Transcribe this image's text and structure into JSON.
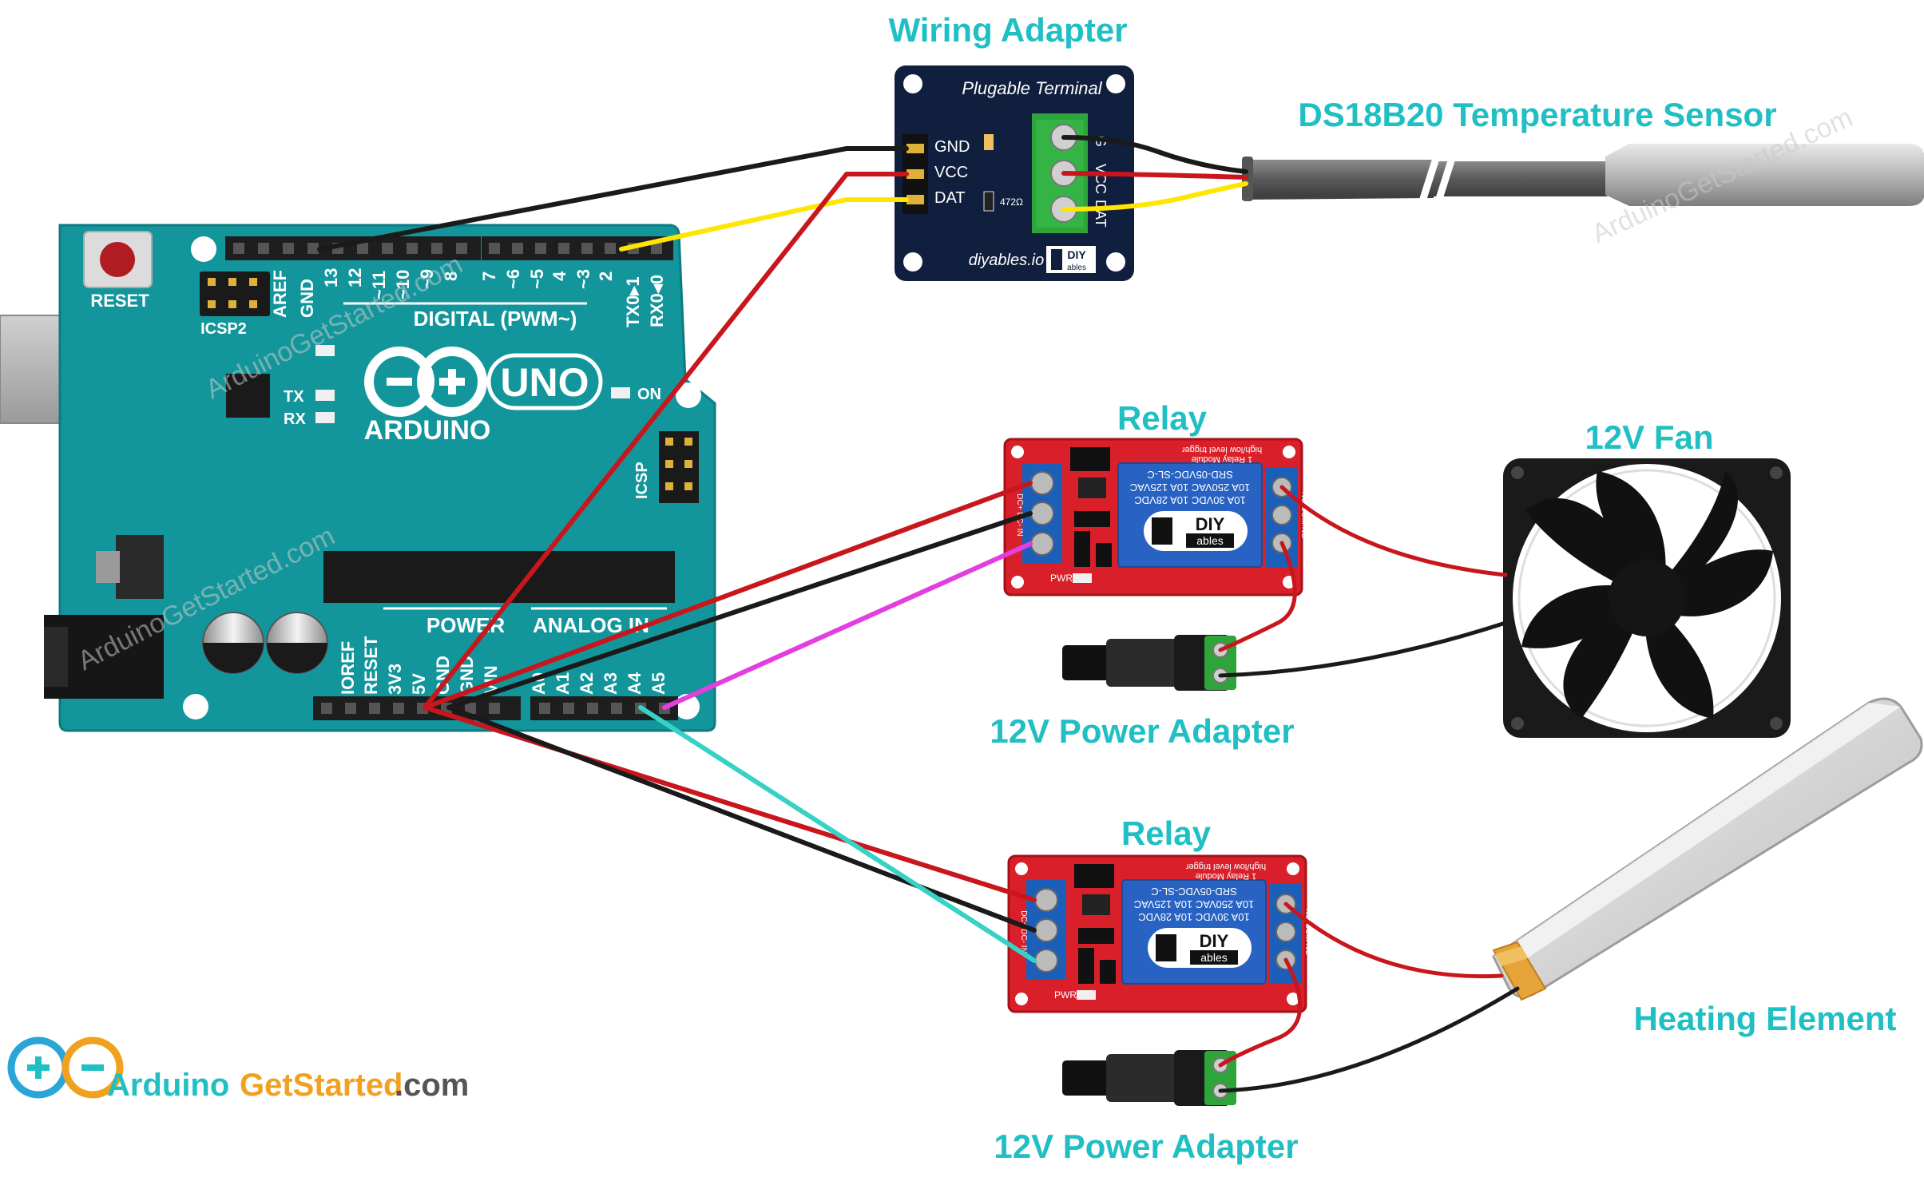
{
  "labels": {
    "wiring_adapter": "Wiring Adapter",
    "ds18b20": "DS18B20 Temperature Sensor",
    "relay_1": "Relay",
    "relay_2": "Relay",
    "fan": "12V Fan",
    "power_1": "12V Power Adapter",
    "power_2": "12V Power Adapter",
    "heater": "Heating Element"
  },
  "adapter": {
    "title": "Plugable Terminal",
    "pin_gnd": "GND",
    "pin_vcc": "VCC",
    "pin_dat": "DAT",
    "resistor": "472Ω",
    "term_g": "G",
    "term_v": "VCC",
    "term_d": "DAT",
    "brand": "diyables.io",
    "logo_top": "DIY",
    "logo_bottom": "ables"
  },
  "arduino": {
    "reset": "RESET",
    "icsp2": "ICSP2",
    "aref": "AREF",
    "gnd": "GND",
    "d13": "13",
    "d12": "12",
    "d11": "~11",
    "d10": "~10",
    "d9": "~9",
    "d8": "8",
    "d7": "7",
    "d6": "~6",
    "d5": "~5",
    "d4": "4",
    "d3": "~3",
    "d2": "2",
    "tx0": "TX0▸1",
    "rx0": "RX0◂0",
    "digital": "DIGITAL (PWM~)",
    "uno": "UNO",
    "brand": "ARDUINO",
    "tx": "TX",
    "rx": "RX",
    "on": "ON",
    "icsp": "ICSP",
    "power": "POWER",
    "analog": "ANALOG IN",
    "ioref": "IOREF",
    "preset": "RESET",
    "p3v3": "3V3",
    "p5v": "5V",
    "pgnd": "GND",
    "vin": "VIN",
    "a0": "A0",
    "a1": "A1",
    "a2": "A2",
    "a3": "A3",
    "a4": "A4",
    "a5": "A5"
  },
  "relay": {
    "spec1": "SRD-05VDC-SL-C",
    "spec2": "10A 250VAC 10A 125VAC",
    "spec3": "10A 30VDC 10A 28VDC",
    "trigger": "high/low level trigger",
    "module": "1 Relay Module",
    "pwr": "PWR",
    "in_pins": "DC+ DC- IN",
    "out_pins": "NO COM NC",
    "logo_top": "DIY",
    "logo_bottom": "ables"
  },
  "watermark": "ArduinoGetStarted.com",
  "logo": {
    "part1": "Arduino",
    "part2": "GetStarted",
    "part3": ".com"
  },
  "colors": {
    "accent": "#1fbfc4",
    "arduino_board": "#12969c",
    "relay_board": "#d9202a",
    "wire_red": "#c8161d",
    "wire_black": "#1a1a1a",
    "wire_yellow": "#ffe600",
    "wire_magenta": "#e33ee0",
    "wire_cyan": "#35d2c5"
  }
}
